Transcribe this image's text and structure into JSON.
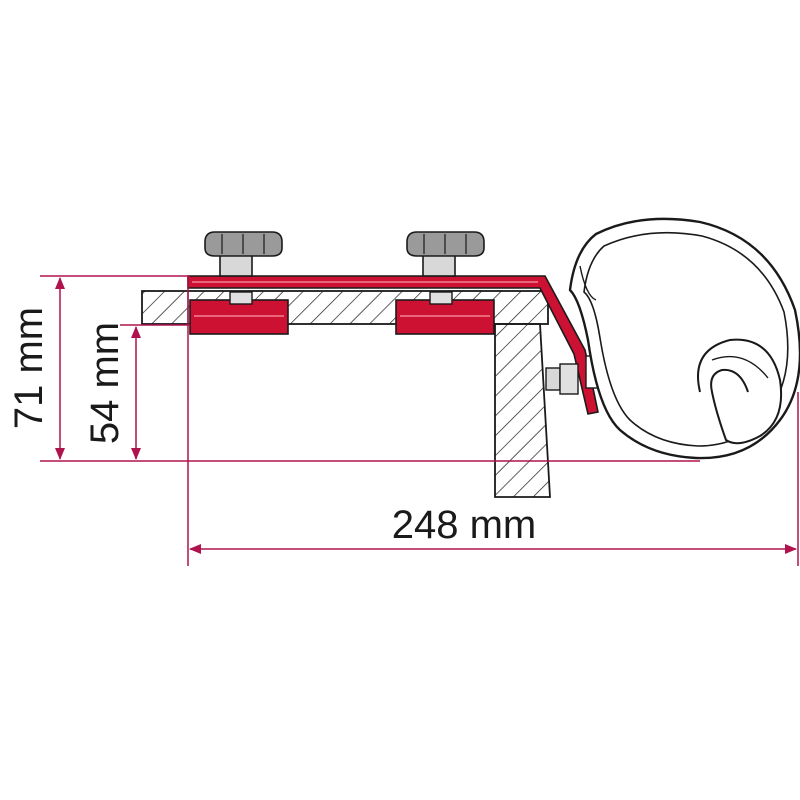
{
  "dimensions": {
    "height_outer": "71 mm",
    "height_inner": "54 mm",
    "width": "248 mm"
  },
  "colors": {
    "dimension_line": "#b0124e",
    "bracket_red": "#cc1133",
    "bracket_light": "#e8657a",
    "outline": "#1a1a1a",
    "knob_grey": "#9a9a9a"
  }
}
